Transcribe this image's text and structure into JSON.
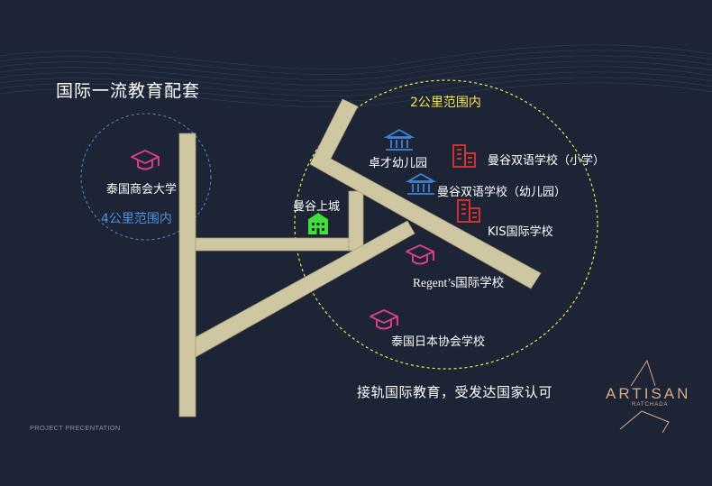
{
  "title": "国际一流教育配套",
  "tagline": "接轨国际教育，受发达国家认可",
  "footer": "PROJECT PRECENTATION",
  "radius_2km": "2公里范围内",
  "radius_4km": "4公里范围内",
  "project": {
    "label": "曼谷上城",
    "icon": "building-icon"
  },
  "schools": {
    "utcc": {
      "label": "泰国商会大学",
      "icon": "graduation-cap-icon"
    },
    "zhuocai_kindergarten": {
      "label": "卓才幼儿园",
      "icon": "institution-icon"
    },
    "bilingual_kindergarten": {
      "label": "曼谷双语学校（幼儿园）",
      "icon": "institution-icon"
    },
    "bilingual_primary": {
      "label": "曼谷双语学校（小学）",
      "icon": "office-building-icon"
    },
    "kis": {
      "label": "KIS国际学校",
      "icon": "office-building-icon"
    },
    "regents": {
      "label": "Regent’s国际学校",
      "icon": "graduation-cap-icon"
    },
    "japan_assoc": {
      "label": "泰国日本协会学校",
      "icon": "graduation-cap-icon"
    }
  },
  "brand": {
    "name": "ARTISAN",
    "sub": "RATCHADA",
    "icon": "triangle-logo-icon"
  },
  "colors": {
    "background": "#1c2436",
    "road": "#cfc6a2",
    "yellow_ring": "#f2e84a",
    "blue_ring": "#5b86c8",
    "pink": "#d83c8c",
    "blue": "#3e84d4",
    "red": "#e0332e",
    "green": "#3ee03a",
    "brand": "#d7aa8c"
  }
}
